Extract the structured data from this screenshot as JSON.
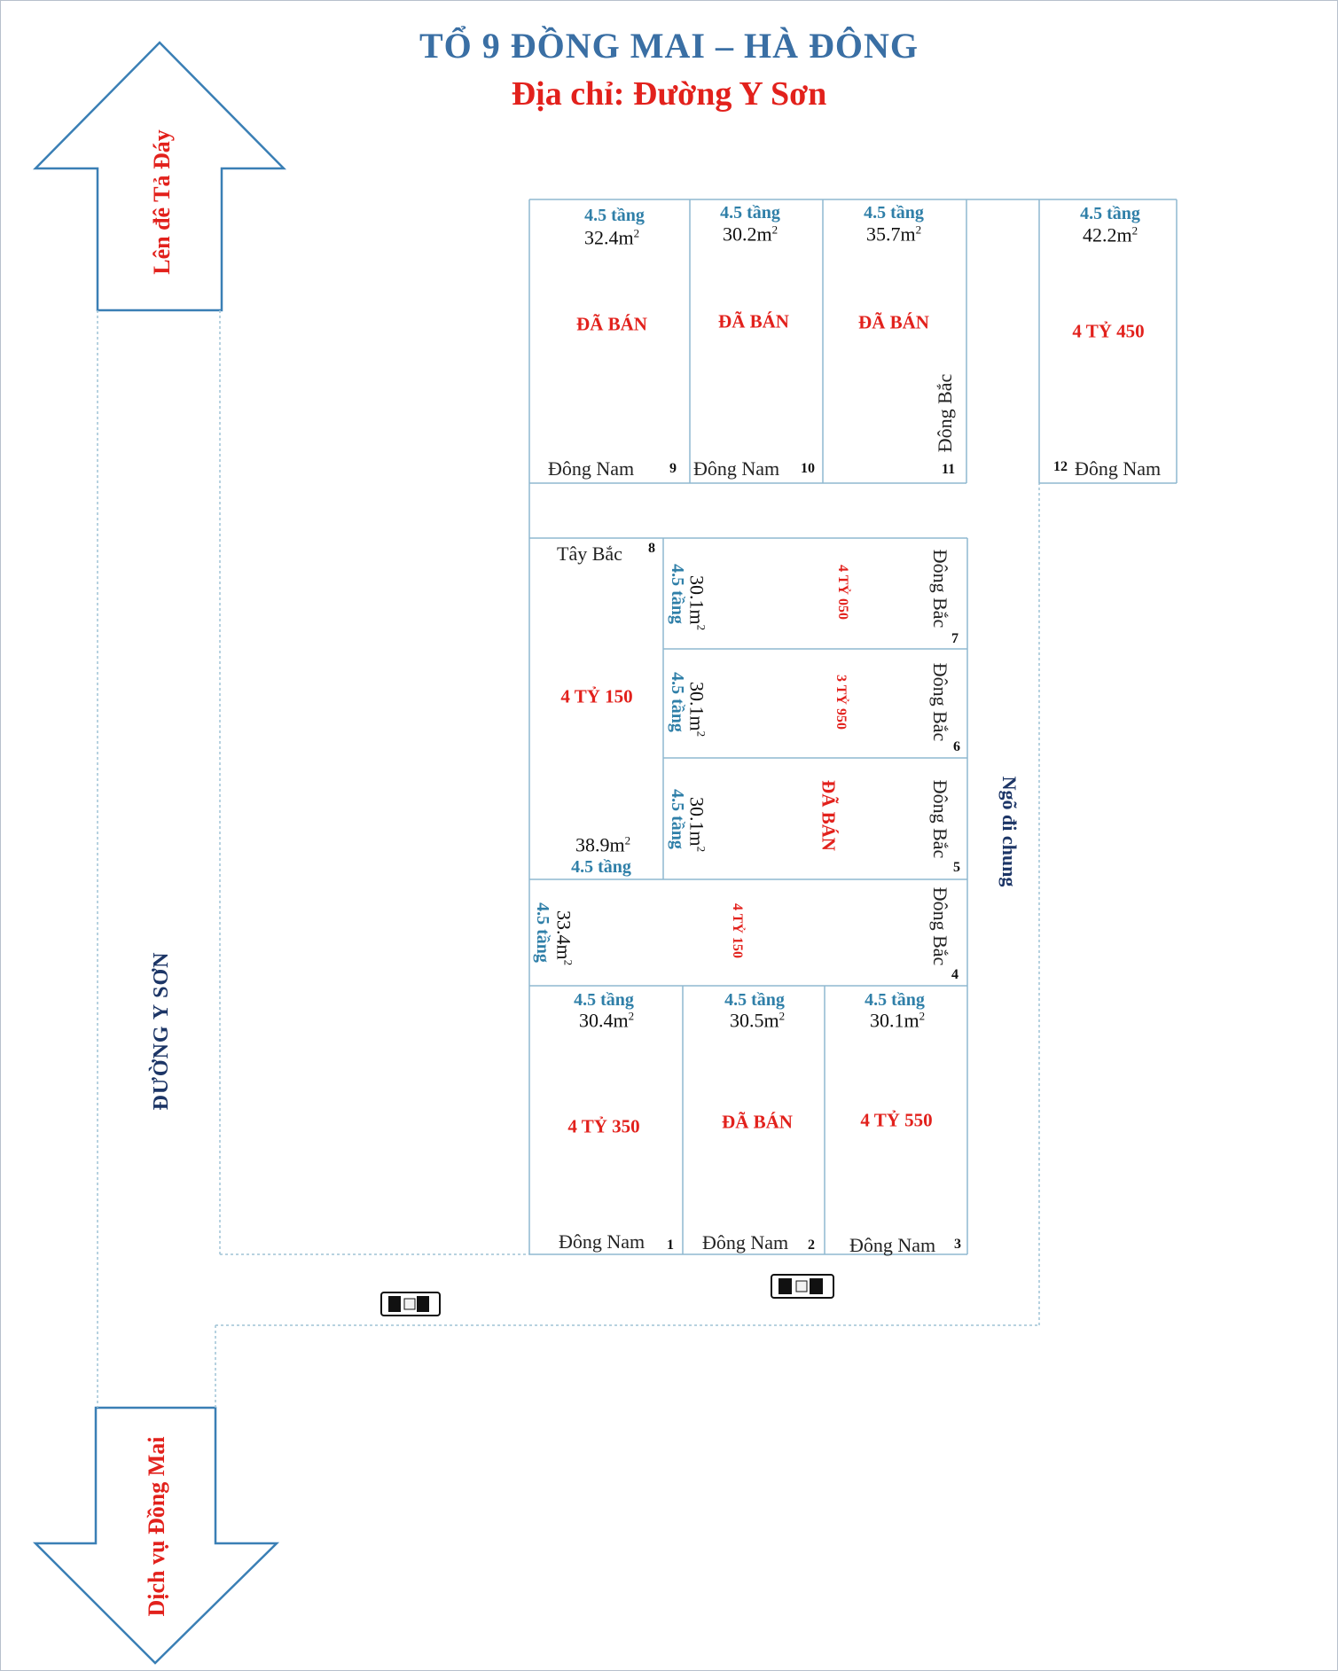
{
  "title": "TỔ 9 ĐỒNG MAI – HÀ ĐÔNG",
  "subtitle": "Địa chỉ: Đường Y Sơn",
  "road_main": "ĐƯỜNG Y SƠN",
  "alley": "Ngõ đi chung",
  "arrow_up": "Lên đê Tả Đáy",
  "arrow_down": "Dịch vụ Đồng Mai",
  "colors": {
    "title": "#3a6fa4",
    "subtitle": "#e2211c",
    "floors": "#2f7fa8",
    "status": "#e2211c",
    "lines": "#8fb8d0"
  },
  "lots": [
    {
      "no": "1",
      "floors": "4.5 tầng",
      "area": "30.4m",
      "unit": "2",
      "status": "4 TỶ 350",
      "facing": "Đông Nam"
    },
    {
      "no": "2",
      "floors": "4.5 tầng",
      "area": "30.5m",
      "unit": "2",
      "status": "ĐÃ BÁN",
      "facing": "Đông Nam"
    },
    {
      "no": "3",
      "floors": "4.5 tầng",
      "area": "30.1m",
      "unit": "2",
      "status": "4 TỶ 550",
      "facing": "Đông Nam"
    },
    {
      "no": "4",
      "floors": "4.5 tầng",
      "area": "33.4m",
      "unit": "2",
      "status": "4 TỶ 150",
      "facing": "Đông Bắc"
    },
    {
      "no": "5",
      "floors": "4.5 tầng",
      "area": "30.1m",
      "unit": "2",
      "status": "ĐÃ BÁN",
      "facing": "Đông Bắc"
    },
    {
      "no": "6",
      "floors": "4.5 tầng",
      "area": "30.1m",
      "unit": "2",
      "status": "3 TỶ 950",
      "facing": "Đông Bắc"
    },
    {
      "no": "7",
      "floors": "4.5 tầng",
      "area": "30.1m",
      "unit": "2",
      "status": "4 TỶ 050",
      "facing": "Đông Bắc"
    },
    {
      "no": "8",
      "floors": "4.5 tầng",
      "area": "38.9m",
      "unit": "2",
      "status": "4 TỶ 150",
      "facing": "Tây Bắc"
    },
    {
      "no": "9",
      "floors": "4.5 tầng",
      "area": "32.4m",
      "unit": "2",
      "status": "ĐÃ BÁN",
      "facing": "Đông Nam"
    },
    {
      "no": "10",
      "floors": "4.5 tầng",
      "area": "30.2m",
      "unit": "2",
      "status": "ĐÃ BÁN",
      "facing": "Đông Nam"
    },
    {
      "no": "11",
      "floors": "4.5 tầng",
      "area": "35.7m",
      "unit": "2",
      "status": "ĐÃ BÁN",
      "facing": "Đông Bắc"
    },
    {
      "no": "12",
      "floors": "4.5 tầng",
      "area": "42.2m",
      "unit": "2",
      "status": "4 TỶ 450",
      "facing": "Đông Nam"
    }
  ]
}
